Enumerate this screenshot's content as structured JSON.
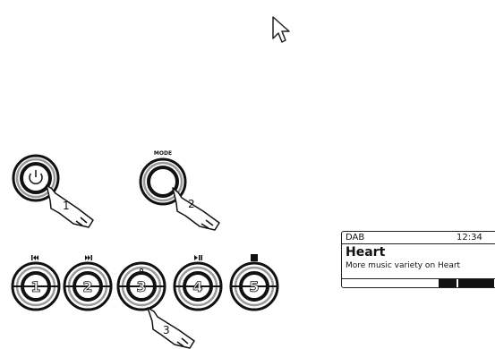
{
  "power_button": {
    "callout": "1"
  },
  "mode_button": {
    "label": "MODE",
    "callout": "2"
  },
  "preset_buttons": [
    {
      "number": "1",
      "symbol": "prev-track"
    },
    {
      "number": "2",
      "symbol": "next-track"
    },
    {
      "number": "3",
      "symbol": "dot"
    },
    {
      "number": "4",
      "symbol": "play-pause"
    },
    {
      "number": "5",
      "symbol": "stop"
    }
  ],
  "preset_callout": "3",
  "display": {
    "mode": "DAB",
    "time": "12:34",
    "station": "Heart",
    "text": "More music variety on Heart"
  },
  "colors": {
    "ink": "#111111",
    "ring_grey": "#9a9a9a"
  }
}
